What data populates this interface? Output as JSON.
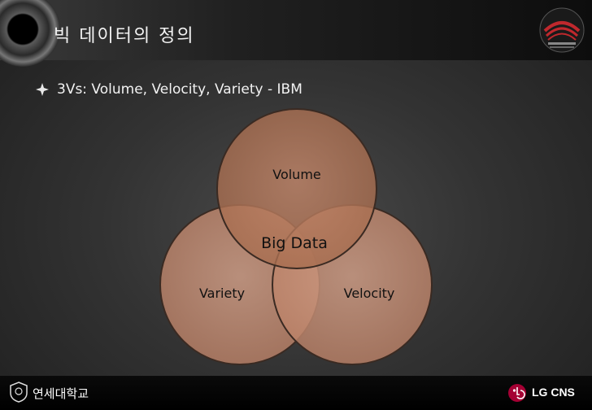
{
  "slide": {
    "title": "빅 데이터의 정의",
    "bullet": "3Vs: Volume, Velocity, Variety - IBM"
  },
  "diagram": {
    "center_label": "Big Data",
    "circles": [
      {
        "label": "Volume"
      },
      {
        "label": "Variety"
      },
      {
        "label": "Velocity"
      }
    ]
  },
  "footer": {
    "university": "연세대학교",
    "company": "LG CNS"
  },
  "colors": {
    "circle_fill": "#c98a6a",
    "circle_top": "#b77a56",
    "circle_stroke": "#3a2a22",
    "text_light": "#f2f2f2"
  },
  "icons": {
    "title_decor": "eye-icon",
    "header_badge": "conference-logo-icon",
    "bullet": "four-point-star-icon",
    "footer_left": "university-emblem-icon",
    "footer_right": "lg-logo-icon"
  }
}
